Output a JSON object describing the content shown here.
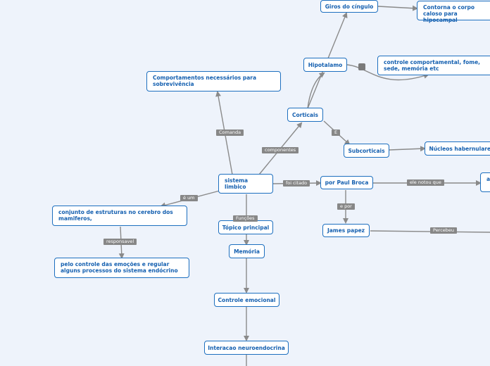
{
  "nodes": {
    "giros": "Giros do cíngulo",
    "contorna": "Contorna o corpo caloso para hipocampal",
    "hipotalamo": "Hipotalamo",
    "controle_comportamental": "controle comportamental, fome, sede, memória etc",
    "comportamentos": "Comportamentos necessários para sobrevivência",
    "corticais": "Corticais",
    "subcorticais": "Subcorticais",
    "nucleos": "Núcleos habernulares",
    "sistema_limbico": "sistema limbico",
    "por_paul_broca": "por Paul Broca",
    "a_d": "a d",
    "conjunto": "conjunto de estruturas no cerebro dos mamiferos,",
    "topico": "Tópico principal",
    "memoria": "Memória",
    "pelo_controle": "pelo controle das emoções e regular alguns processos do sistema endócrino",
    "james": "James papez",
    "controle_emocional": "Controle emocional",
    "interacao": "Interacao neuroendocrina"
  },
  "labels": {
    "comanda": "Comanda",
    "componentes": "componentes",
    "e": "E",
    "foi_citado": "foi citado",
    "ele_notou": "ele notou que",
    "e_por": "e por",
    "e_um": "é um",
    "funcoes": "Funções",
    "responsavel": "responsavel",
    "percebeu": "Percebeu"
  },
  "colors": {
    "background": "#eef3fb",
    "node_border": "#1d6fbf",
    "node_text": "#1560b0",
    "edge": "#8a8a8a",
    "label_bg": "#878787"
  }
}
